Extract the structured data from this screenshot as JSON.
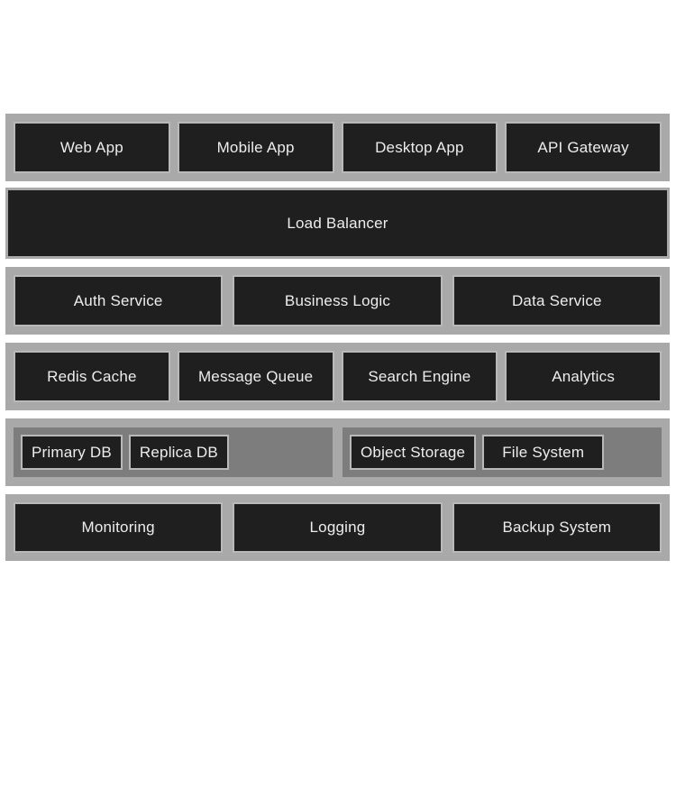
{
  "colors": {
    "page_background": "#ffffff",
    "tier_background": "#a9a9a9",
    "group_background": "#7d7d7d",
    "node_background": "#1f1f1f",
    "node_border": "#b9b9b9",
    "node_text": "#ededed"
  },
  "diagram": {
    "tiers": [
      {
        "id": "clients",
        "nodes": [
          {
            "label": "Web App"
          },
          {
            "label": "Mobile App"
          },
          {
            "label": "Desktop App"
          },
          {
            "label": "API Gateway"
          }
        ]
      },
      {
        "id": "load-balancer",
        "nodes": [
          {
            "label": "Load Balancer"
          }
        ]
      },
      {
        "id": "services",
        "nodes": [
          {
            "label": "Auth Service"
          },
          {
            "label": "Business Logic"
          },
          {
            "label": "Data Service"
          }
        ]
      },
      {
        "id": "infrastructure",
        "nodes": [
          {
            "label": "Redis Cache"
          },
          {
            "label": "Message Queue"
          },
          {
            "label": "Search Engine"
          },
          {
            "label": "Analytics"
          }
        ]
      },
      {
        "id": "storage",
        "groups": [
          {
            "id": "databases",
            "nodes": [
              {
                "label": "Primary DB"
              },
              {
                "label": "Replica DB"
              }
            ]
          },
          {
            "id": "file-storage",
            "nodes": [
              {
                "label": "Object Storage"
              },
              {
                "label": "File System"
              }
            ]
          }
        ]
      },
      {
        "id": "operations",
        "nodes": [
          {
            "label": "Monitoring"
          },
          {
            "label": "Logging"
          },
          {
            "label": "Backup System"
          }
        ]
      }
    ]
  }
}
